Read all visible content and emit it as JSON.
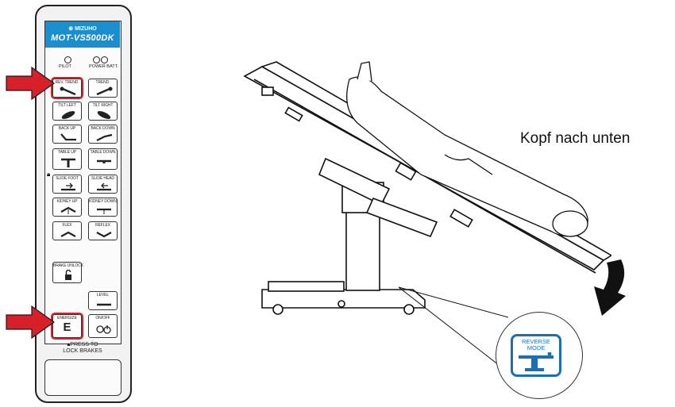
{
  "caption": "Kopf nach unten",
  "remote": {
    "brand": "⊗ MIZUHO",
    "model": "MOT-VS500DK",
    "leds": [
      {
        "id": "pilot",
        "label": "PILOT"
      },
      {
        "id": "power-batt",
        "label": "POWER BATT."
      }
    ],
    "buttons": {
      "rev_trend": "REV. TREND.",
      "trend": "TREND.",
      "tilt_left": "TILT LEFT",
      "tilt_right": "TILT RIGHT",
      "back_up": "BACK UP",
      "back_down": "BACK DOWN",
      "table_up": "TABLE UP",
      "table_down": "TABLE DOWN",
      "slide_foot": "SLIDE FOOT",
      "slide_head": "SLIDE HEAD",
      "kidney_up": "KIDNEY UP",
      "kidney_down": "KIDNEY DOWN",
      "flex": "FLEX",
      "reflex": "REFLEX",
      "brake_unlock": "BRAKE UNLOCK",
      "level": "LEVEL",
      "energize": "ENERGIZE",
      "energize_symbol": "E",
      "on_off": "ON/OFF"
    },
    "press_to": "PRESS TO",
    "lock_brakes": "LOCK BRAKES"
  },
  "badge": {
    "line1": "REVERSE",
    "line2": "MODE"
  },
  "colors": {
    "highlight": "#d7202a",
    "arrow": "#d7202a",
    "brand_blue": "#1a8fd0",
    "badge_blue": "#1a6fb5"
  }
}
